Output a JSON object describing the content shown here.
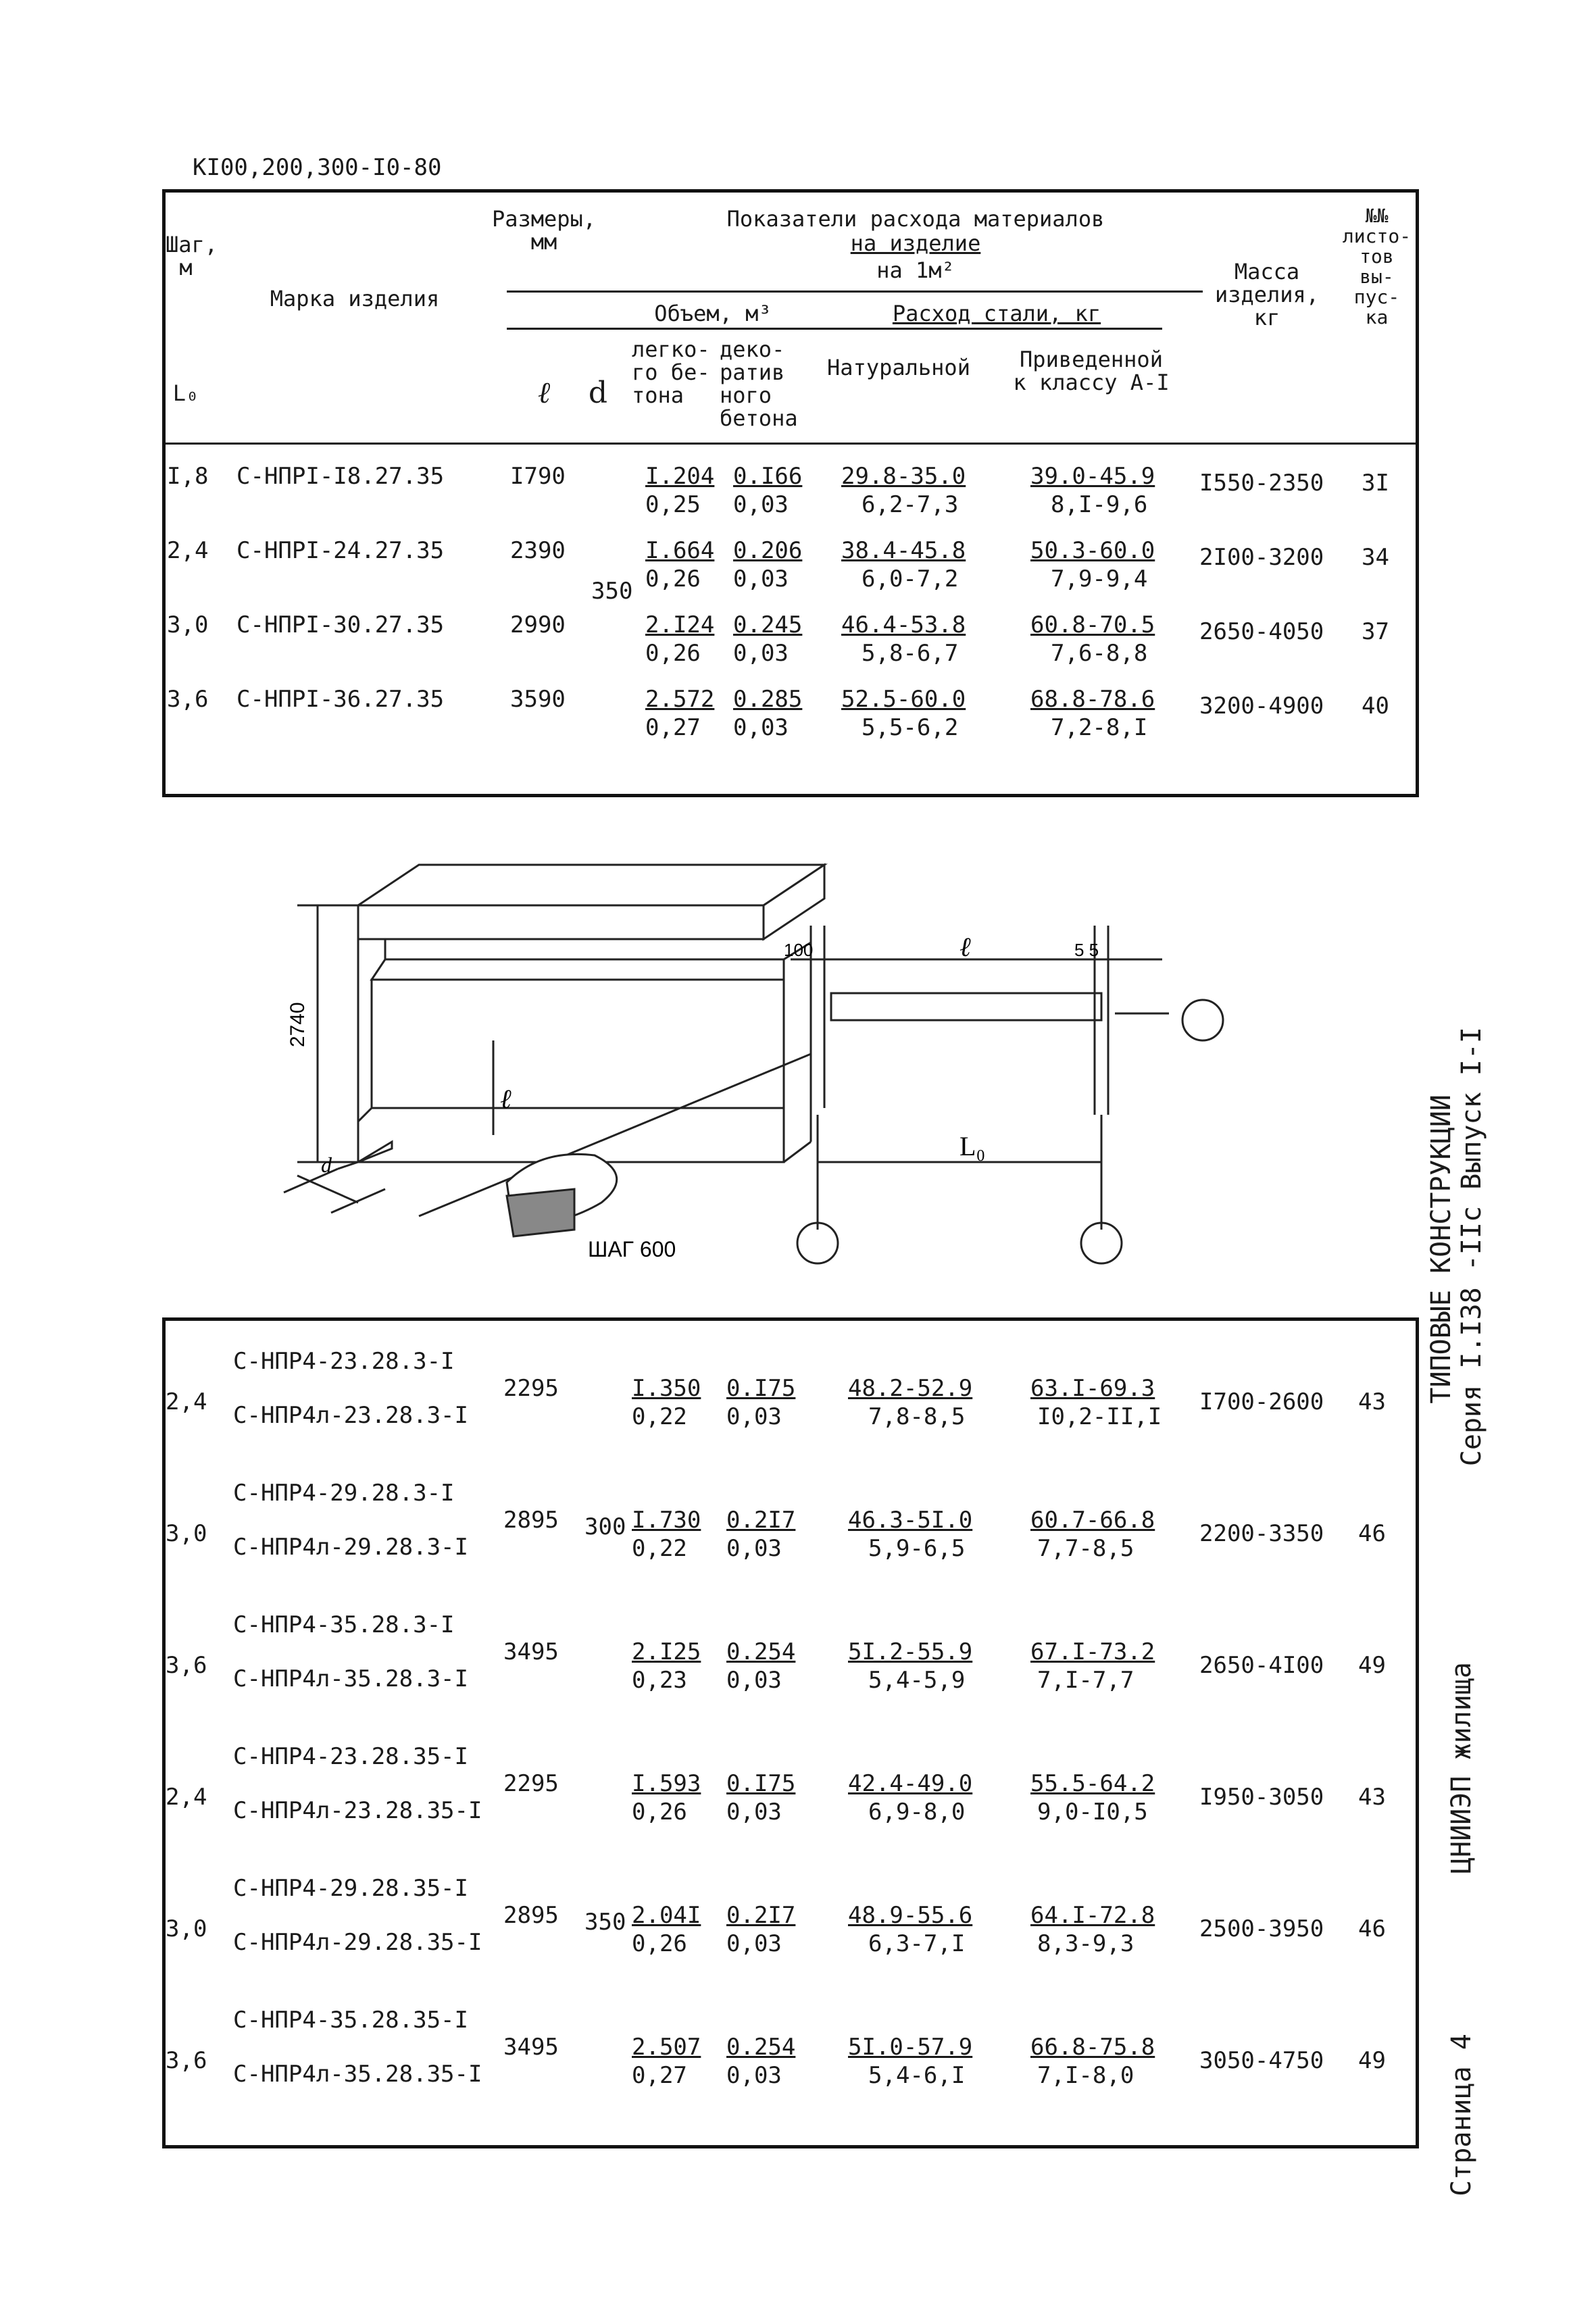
{
  "doc_code": "KI00,200,300-I0-80",
  "header": {
    "step": "Шаг,\nм",
    "step_sym": "L₀",
    "mark": "Марка изделия",
    "sizes": "Размеры,\nмм",
    "l": "ℓ",
    "d": "d",
    "indicators": "Показатели расхода материалов",
    "per_item": "на изделие",
    "per_m2": "на 1м²",
    "volume": "Объем, м³",
    "light": "легко-\nго бе-\nтона",
    "decor": "деко-\nратив\nного\nбетона",
    "steel": "Расход стали, кг",
    "natural": "Натуральной",
    "reduced": "Приведенной\nк классу А-I",
    "mass": "Масса\nизделия,\nкг",
    "count": "№№\nлисто-\nтов\nвы-\nпус-\nка"
  },
  "table1": {
    "d_value": "350",
    "rows": [
      {
        "step": "I,8",
        "mark": "С-НПРI-I8.27.35",
        "l": "I790",
        "v1a": "I.204",
        "v1b": "0,25",
        "v2a": "0.I66",
        "v2b": "0,03",
        "n1": "29.8-35.0",
        "n2": "6,2-7,3",
        "r1": "39.0-45.9",
        "r2": "8,I-9,6",
        "mass": "I550-2350",
        "sheet": "3I"
      },
      {
        "step": "2,4",
        "mark": "С-НПРI-24.27.35",
        "l": "2390",
        "v1a": "I.664",
        "v1b": "0,26",
        "v2a": "0.206",
        "v2b": "0,03",
        "n1": "38.4-45.8",
        "n2": "6,0-7,2",
        "r1": "50.3-60.0",
        "r2": "7,9-9,4",
        "mass": "2I00-3200",
        "sheet": "34"
      },
      {
        "step": "3,0",
        "mark": "С-НПРI-30.27.35",
        "l": "2990",
        "v1a": "2.I24",
        "v1b": "0,26",
        "v2a": "0.245",
        "v2b": "0,03",
        "n1": "46.4-53.8",
        "n2": "5,8-6,7",
        "r1": "60.8-70.5",
        "r2": "7,6-8,8",
        "mass": "2650-4050",
        "sheet": "37"
      },
      {
        "step": "3,6",
        "mark": "С-НПРI-36.27.35",
        "l": "3590",
        "v1a": "2.572",
        "v1b": "0,27",
        "v2a": "0.285",
        "v2b": "0,03",
        "n1": "52.5-60.0",
        "n2": "5,5-6,2",
        "r1": "68.8-78.6",
        "r2": "7,2-8,I",
        "mass": "3200-4900",
        "sheet": "40"
      }
    ]
  },
  "figure": {
    "height_label": "2740",
    "d_label": "d",
    "l_label": "ℓ",
    "step_label": "ШАГ 600",
    "dim100": "100",
    "dim_l": "ℓ",
    "dim55": "5 5",
    "dim_l0": "L₀"
  },
  "table2": {
    "rows": [
      {
        "step": "2,4",
        "mark1": "С-НПР4-23.28.3-I",
        "mark2": "С-НПР4л-23.28.3-I",
        "l": "2295",
        "d": "",
        "v1a": "I.350",
        "v1b": "0,22",
        "v2a": "0.I75",
        "v2b": "0,03",
        "n1": "48.2-52.9",
        "n2": "7,8-8,5",
        "r1": "63.I-69.3",
        "r2": "I0,2-II,I",
        "mass": "I700-2600",
        "sheet": "43"
      },
      {
        "step": "3,0",
        "mark1": "С-НПР4-29.28.3-I",
        "mark2": "С-НПР4л-29.28.3-I",
        "l": "2895",
        "d": "300",
        "v1a": "I.730",
        "v1b": "0,22",
        "v2a": "0.2I7",
        "v2b": "0,03",
        "n1": "46.3-5I.0",
        "n2": "5,9-6,5",
        "r1": "60.7-66.8",
        "r2": "7,7-8,5",
        "mass": "2200-3350",
        "sheet": "46"
      },
      {
        "step": "3,6",
        "mark1": "С-НПР4-35.28.3-I",
        "mark2": "С-НПР4л-35.28.3-I",
        "l": "3495",
        "d": "",
        "v1a": "2.I25",
        "v1b": "0,23",
        "v2a": "0.254",
        "v2b": "0,03",
        "n1": "5I.2-55.9",
        "n2": "5,4-5,9",
        "r1": "67.I-73.2",
        "r2": "7,I-7,7",
        "mass": "2650-4I00",
        "sheet": "49"
      },
      {
        "step": "2,4",
        "mark1": "С-НПР4-23.28.35-I",
        "mark2": "С-НПР4л-23.28.35-I",
        "l": "2295",
        "d": "",
        "v1a": "I.593",
        "v1b": "0,26",
        "v2a": "0.I75",
        "v2b": "0,03",
        "n1": "42.4-49.0",
        "n2": "6,9-8,0",
        "r1": "55.5-64.2",
        "r2": "9,0-I0,5",
        "mass": "I950-3050",
        "sheet": "43"
      },
      {
        "step": "3,0",
        "mark1": "С-НПР4-29.28.35-I",
        "mark2": "С-НПР4л-29.28.35-I",
        "l": "2895",
        "d": "350",
        "v1a": "2.04I",
        "v1b": "0,26",
        "v2a": "0.2I7",
        "v2b": "0,03",
        "n1": "48.9-55.6",
        "n2": "6,3-7,I",
        "r1": "64.I-72.8",
        "r2": "8,3-9,3",
        "mass": "2500-3950",
        "sheet": "46"
      },
      {
        "step": "3,6",
        "mark1": "С-НПР4-35.28.35-I",
        "mark2": "С-НПР4л-35.28.35-I",
        "l": "3495",
        "d": "",
        "v1a": "2.507",
        "v1b": "0,27",
        "v2a": "0.254",
        "v2b": "0,03",
        "n1": "5I.0-57.9",
        "n2": "5,4-6,I",
        "r1": "66.8-75.8",
        "r2": "7,I-8,0",
        "mass": "3050-4750",
        "sheet": "49"
      }
    ]
  },
  "side": {
    "typical": "ТИПОВЫЕ КОНСТРУКЦИИ",
    "series": "Серия I.I38 -IIс Выпуск I-I",
    "org": "ЦНИИЭП жилища",
    "page": "Страница 4"
  }
}
